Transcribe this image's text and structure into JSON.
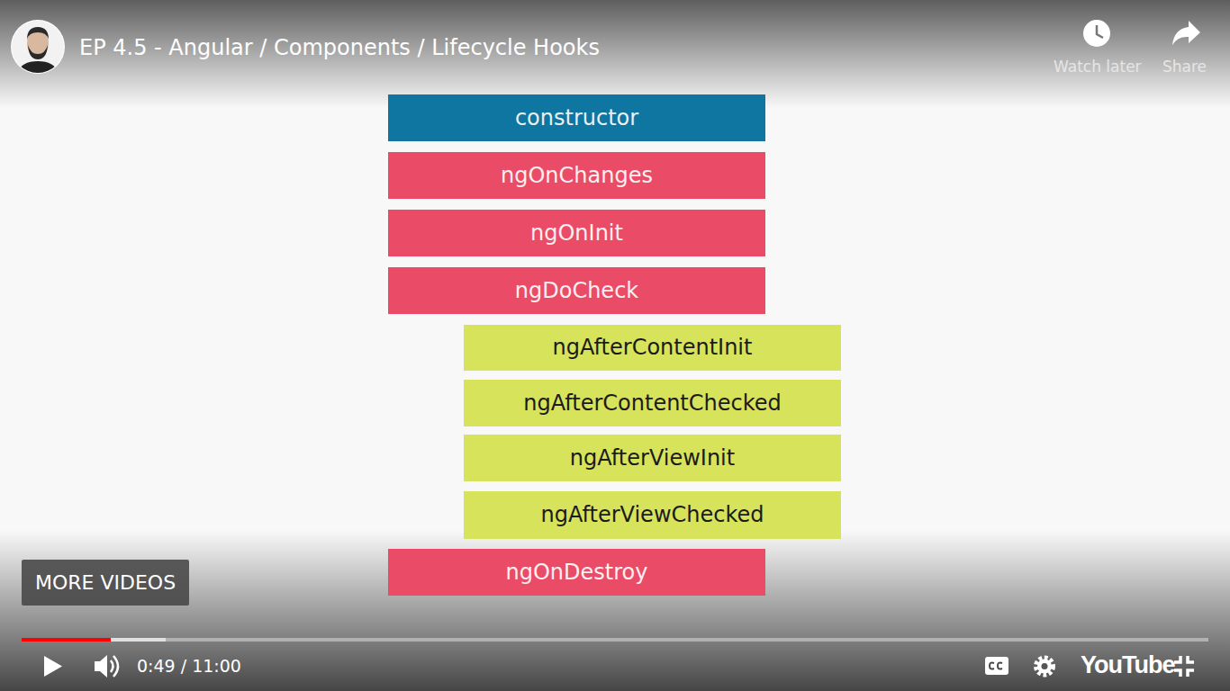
{
  "diagram": {
    "title": "EP 4.5 - Angular / Components / Lifecycle Hooks",
    "nodes": [
      {
        "text": [
          "constructor"
        ]
      },
      {
        "text": [
          "ngOnChanges"
        ]
      },
      {
        "text": [
          "ngOnInit"
        ]
      },
      {
        "text": [
          "ngDoCheck"
        ]
      },
      {
        "text": [
          "ngAfterContentInit"
        ]
      },
      {
        "text": [
          "ngAfterContentChecked"
        ]
      },
      {
        "text": [
          "ngAfterViewInit"
        ]
      },
      {
        "text": [
          "ngAfterViewChecked"
        ]
      },
      {
        "text": [
          "ngOnDestroy"
        ]
      }
    ],
    "labels": [
      "Watch later",
      "Share",
      "MORE VIDEOS",
      "0:49 / 11:00",
      "YouTube"
    ]
  }
}
